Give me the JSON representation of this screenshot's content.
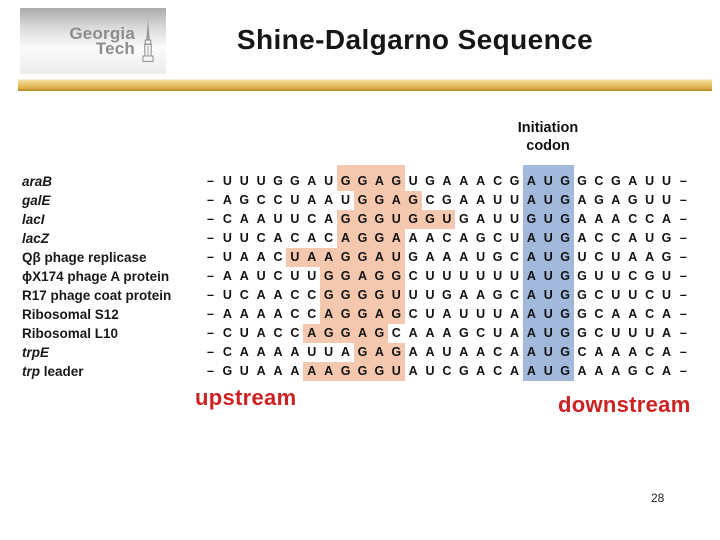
{
  "header": {
    "logo_line1": "Georgia",
    "logo_line2": "Tech",
    "title": "Shine-Dalgarno Sequence"
  },
  "figure": {
    "initiation_label": {
      "line1": "Initiation",
      "line2": "codon"
    },
    "upstream_label": "upstream",
    "downstream_label": "downstream",
    "colors": {
      "sd_highlight": "#f4c8ae",
      "codon_highlight": "#a3b9db",
      "stream_label": "#cc2222"
    },
    "rows": [
      {
        "label": [
          {
            "t": "araB",
            "i": true
          }
        ],
        "seq": "UUUGGAUGGAGUGAAACGAUGGCGAUU",
        "sd": [
          8,
          11
        ],
        "codon": [
          19,
          21
        ]
      },
      {
        "label": [
          {
            "t": "galE",
            "i": true
          }
        ],
        "seq": "AGCCUAAUGGAGCGAAUUAUGAGAGUU",
        "sd": [
          9,
          12
        ],
        "codon": [
          19,
          21
        ]
      },
      {
        "label": [
          {
            "t": "lacI",
            "i": true
          }
        ],
        "seq": "CAAUUCAGGGUGGUGAUUGUGAAACCA",
        "sd": [
          8,
          14
        ],
        "codon": [
          19,
          21
        ]
      },
      {
        "label": [
          {
            "t": "lacZ",
            "i": true
          }
        ],
        "seq": "UUCACACAGGAAACAGCUAUGACCAUG",
        "sd": [
          8,
          11
        ],
        "codon": [
          19,
          21
        ]
      },
      {
        "label": [
          {
            "t": "Qβ phage replicase",
            "i": false
          }
        ],
        "seq": "UAACUAAGGAUGAAAUGCAUGUCUAAG",
        "sd": [
          5,
          11
        ],
        "codon": [
          19,
          21
        ]
      },
      {
        "label": [
          {
            "t": "ϕX174 phage A protein",
            "i": false
          }
        ],
        "seq": "AAUCUUGGAGGCUUUUUUAUGGUUCGU",
        "sd": [
          7,
          11
        ],
        "codon": [
          19,
          21
        ]
      },
      {
        "label": [
          {
            "t": "R17 phage coat protein",
            "i": false
          }
        ],
        "seq": "UCAACCGGGGUUUGAAGCAUGGCUUCU",
        "sd": [
          7,
          11
        ],
        "codon": [
          19,
          21
        ]
      },
      {
        "label": [
          {
            "t": "Ribosomal S12",
            "i": false
          }
        ],
        "seq": "AAAACCAGGAGCUAUUUAAUGGCAACA",
        "sd": [
          7,
          11
        ],
        "codon": [
          19,
          21
        ]
      },
      {
        "label": [
          {
            "t": "Ribosomal L10",
            "i": false
          }
        ],
        "seq": "CUACCAGGAGCAAAGCUAAUGGCUUUA",
        "sd": [
          6,
          10
        ],
        "codon": [
          19,
          21
        ]
      },
      {
        "label": [
          {
            "t": "trpE",
            "i": true
          }
        ],
        "seq": "CAAAAUUAGAGAAUAACAAUGCAAACA",
        "sd": [
          9,
          11
        ],
        "codon": [
          19,
          21
        ]
      },
      {
        "label": [
          {
            "t": "trp",
            "i": true
          },
          {
            "t": " leader",
            "i": false
          }
        ],
        "seq": "GUAAAAAGGGUAUCGACAAUGAAAGCA",
        "sd": [
          6,
          11
        ],
        "codon": [
          19,
          21
        ]
      }
    ]
  },
  "footer": {
    "page_number": "28"
  }
}
